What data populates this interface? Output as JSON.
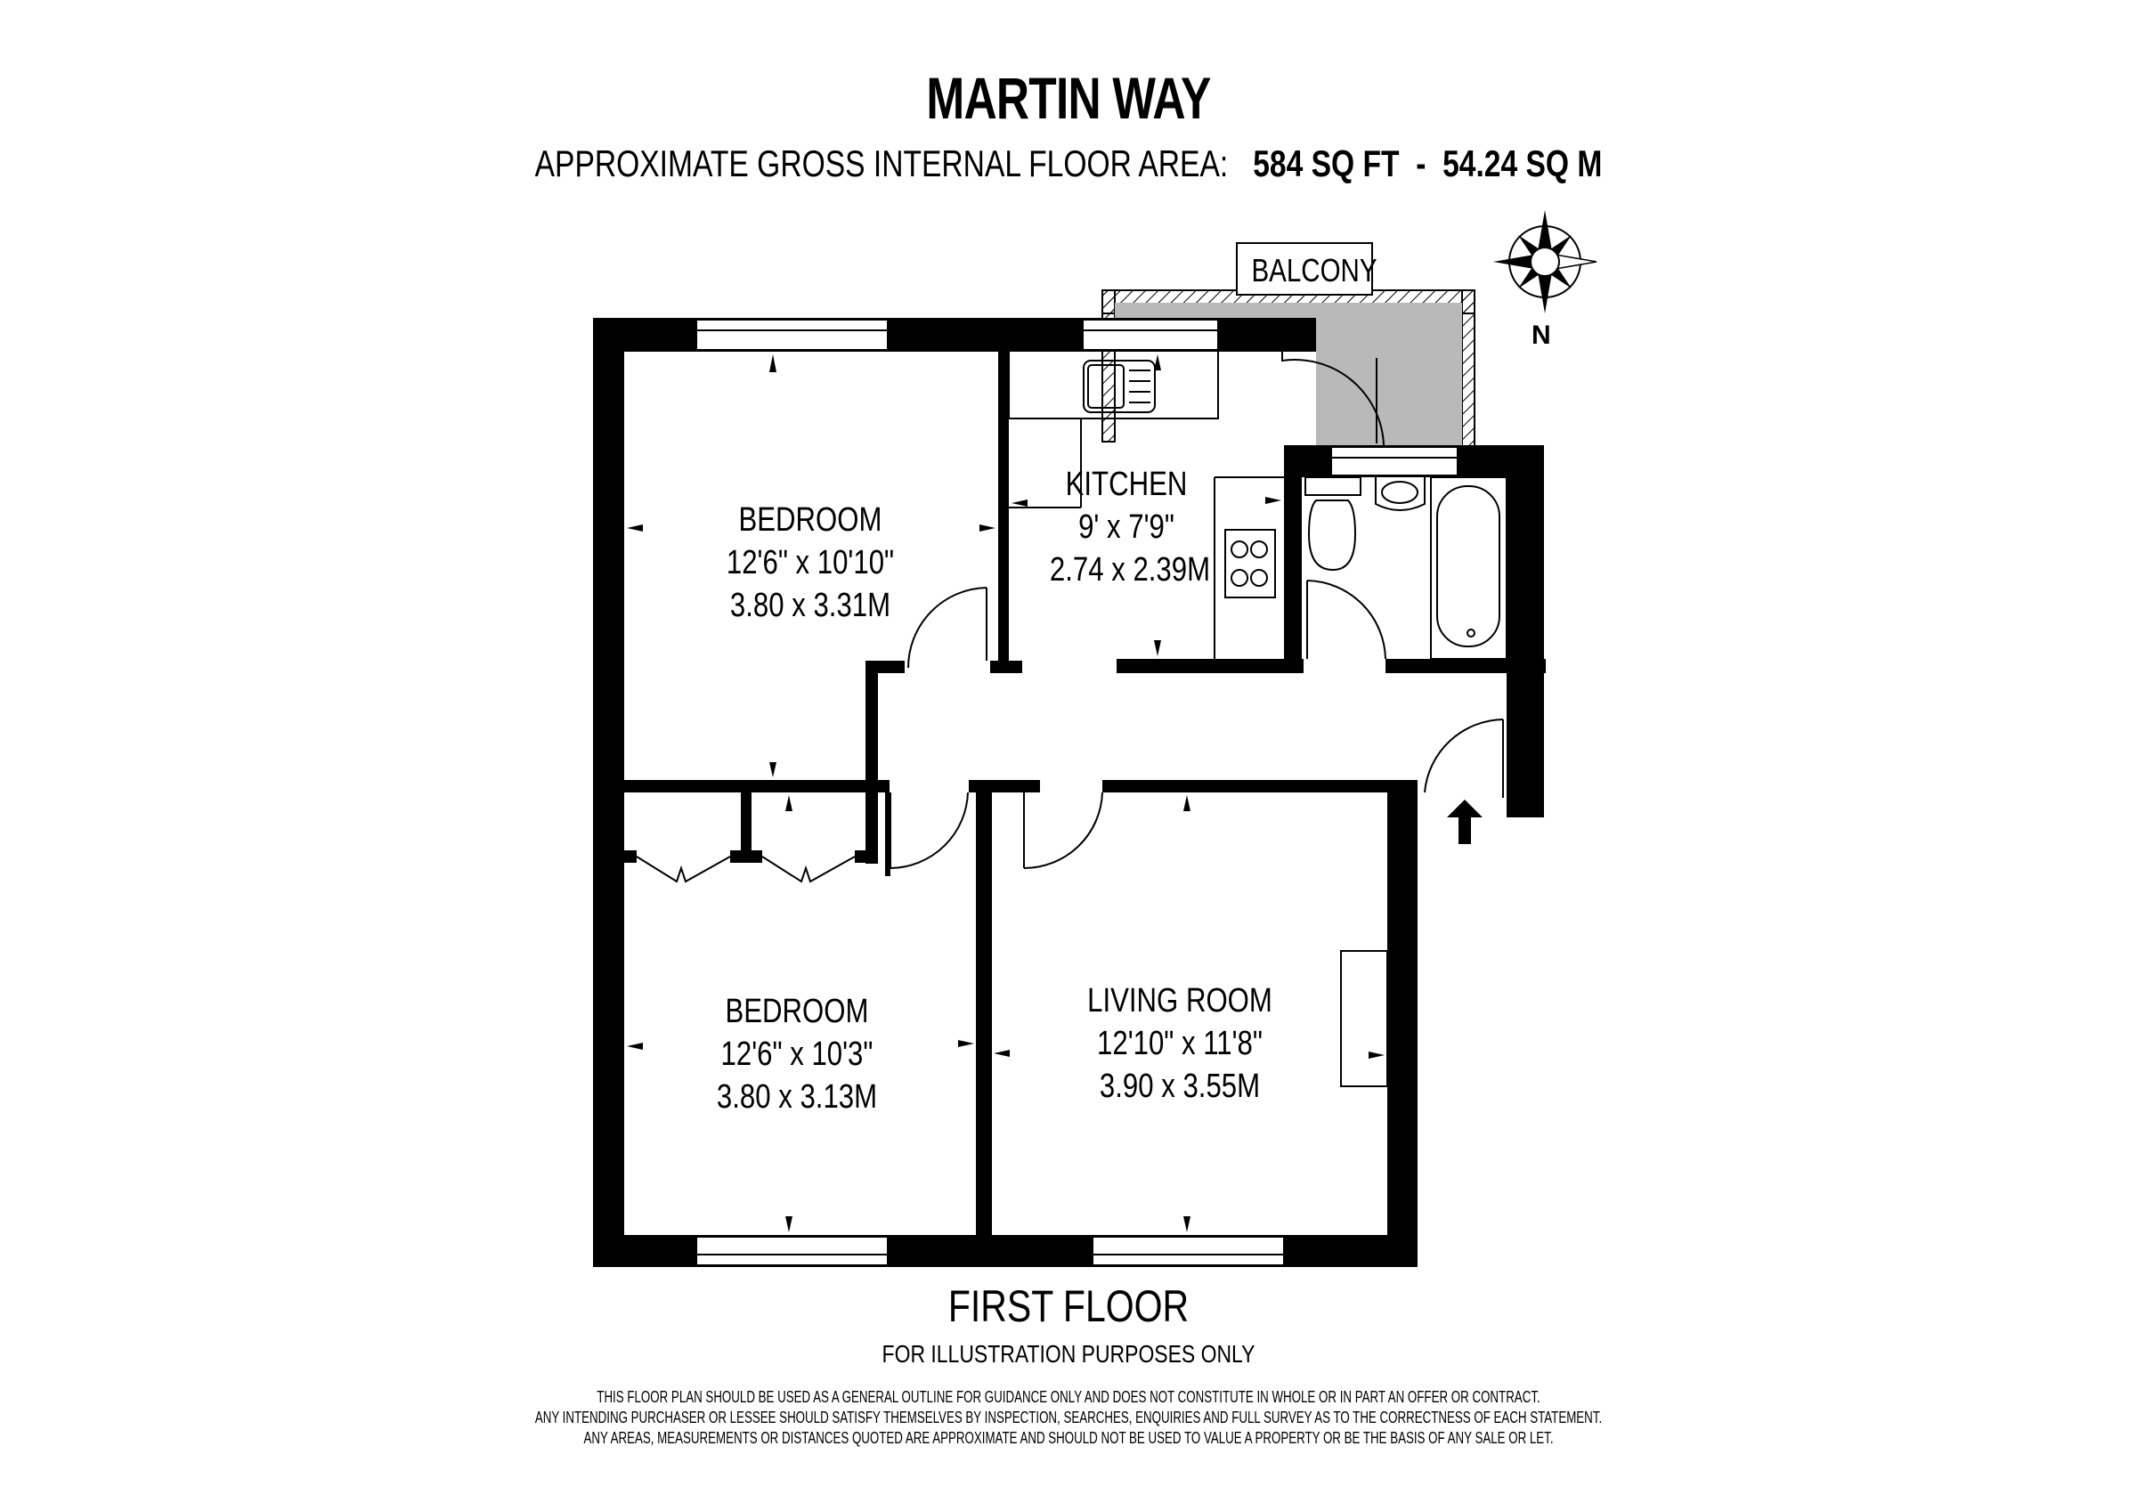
{
  "header": {
    "title": "MARTIN WAY",
    "area_label": "APPROXIMATE GROSS INTERNAL FLOOR AREA:",
    "area_sqft": "584 SQ FT",
    "area_separator": "-",
    "area_sqm": "54.24 SQ M"
  },
  "compass": {
    "icon": "compass-rose-icon",
    "north_label": "N"
  },
  "rooms": {
    "balcony": {
      "name": "BALCONY"
    },
    "bedroom_1": {
      "name": "BEDROOM",
      "imperial": "12'6\" x 10'10\"",
      "metric": "3.80 x 3.31M"
    },
    "kitchen": {
      "name": "KITCHEN",
      "imperial": "9' x 7'9\"",
      "metric": "2.74 x 2.39M"
    },
    "bedroom_2": {
      "name": "BEDROOM",
      "imperial": "12'6\" x 10'3\"",
      "metric": "3.80 x 3.13M"
    },
    "living_room": {
      "name": "LIVING ROOM",
      "imperial": "12'10\" x 11'8\"",
      "metric": "3.90 x 3.55M"
    }
  },
  "entrance": {
    "icon": "entrance-arrow-icon"
  },
  "footer": {
    "floor_name": "FIRST FLOOR",
    "illustration_note": "FOR ILLUSTRATION PURPOSES ONLY",
    "disclaimer": [
      "THIS FLOOR PLAN SHOULD BE USED AS A GENERAL OUTLINE FOR GUIDANCE ONLY AND DOES NOT CONSTITUTE IN WHOLE OR IN PART AN OFFER OR CONTRACT.",
      "ANY INTENDING PURCHASER OR LESSEE SHOULD SATISFY THEMSELVES BY INSPECTION, SEARCHES, ENQUIRIES AND FULL SURVEY AS TO THE CORRECTNESS OF EACH STATEMENT.",
      "ANY AREAS, MEASUREMENTS OR DISTANCES QUOTED ARE APPROXIMATE AND SHOULD NOT BE USED TO VALUE A PROPERTY OR BE THE BASIS OF ANY SALE OR LET."
    ]
  },
  "colors": {
    "wall": "#000000",
    "balcony_fill": "#b9b9b9",
    "background": "#ffffff"
  }
}
